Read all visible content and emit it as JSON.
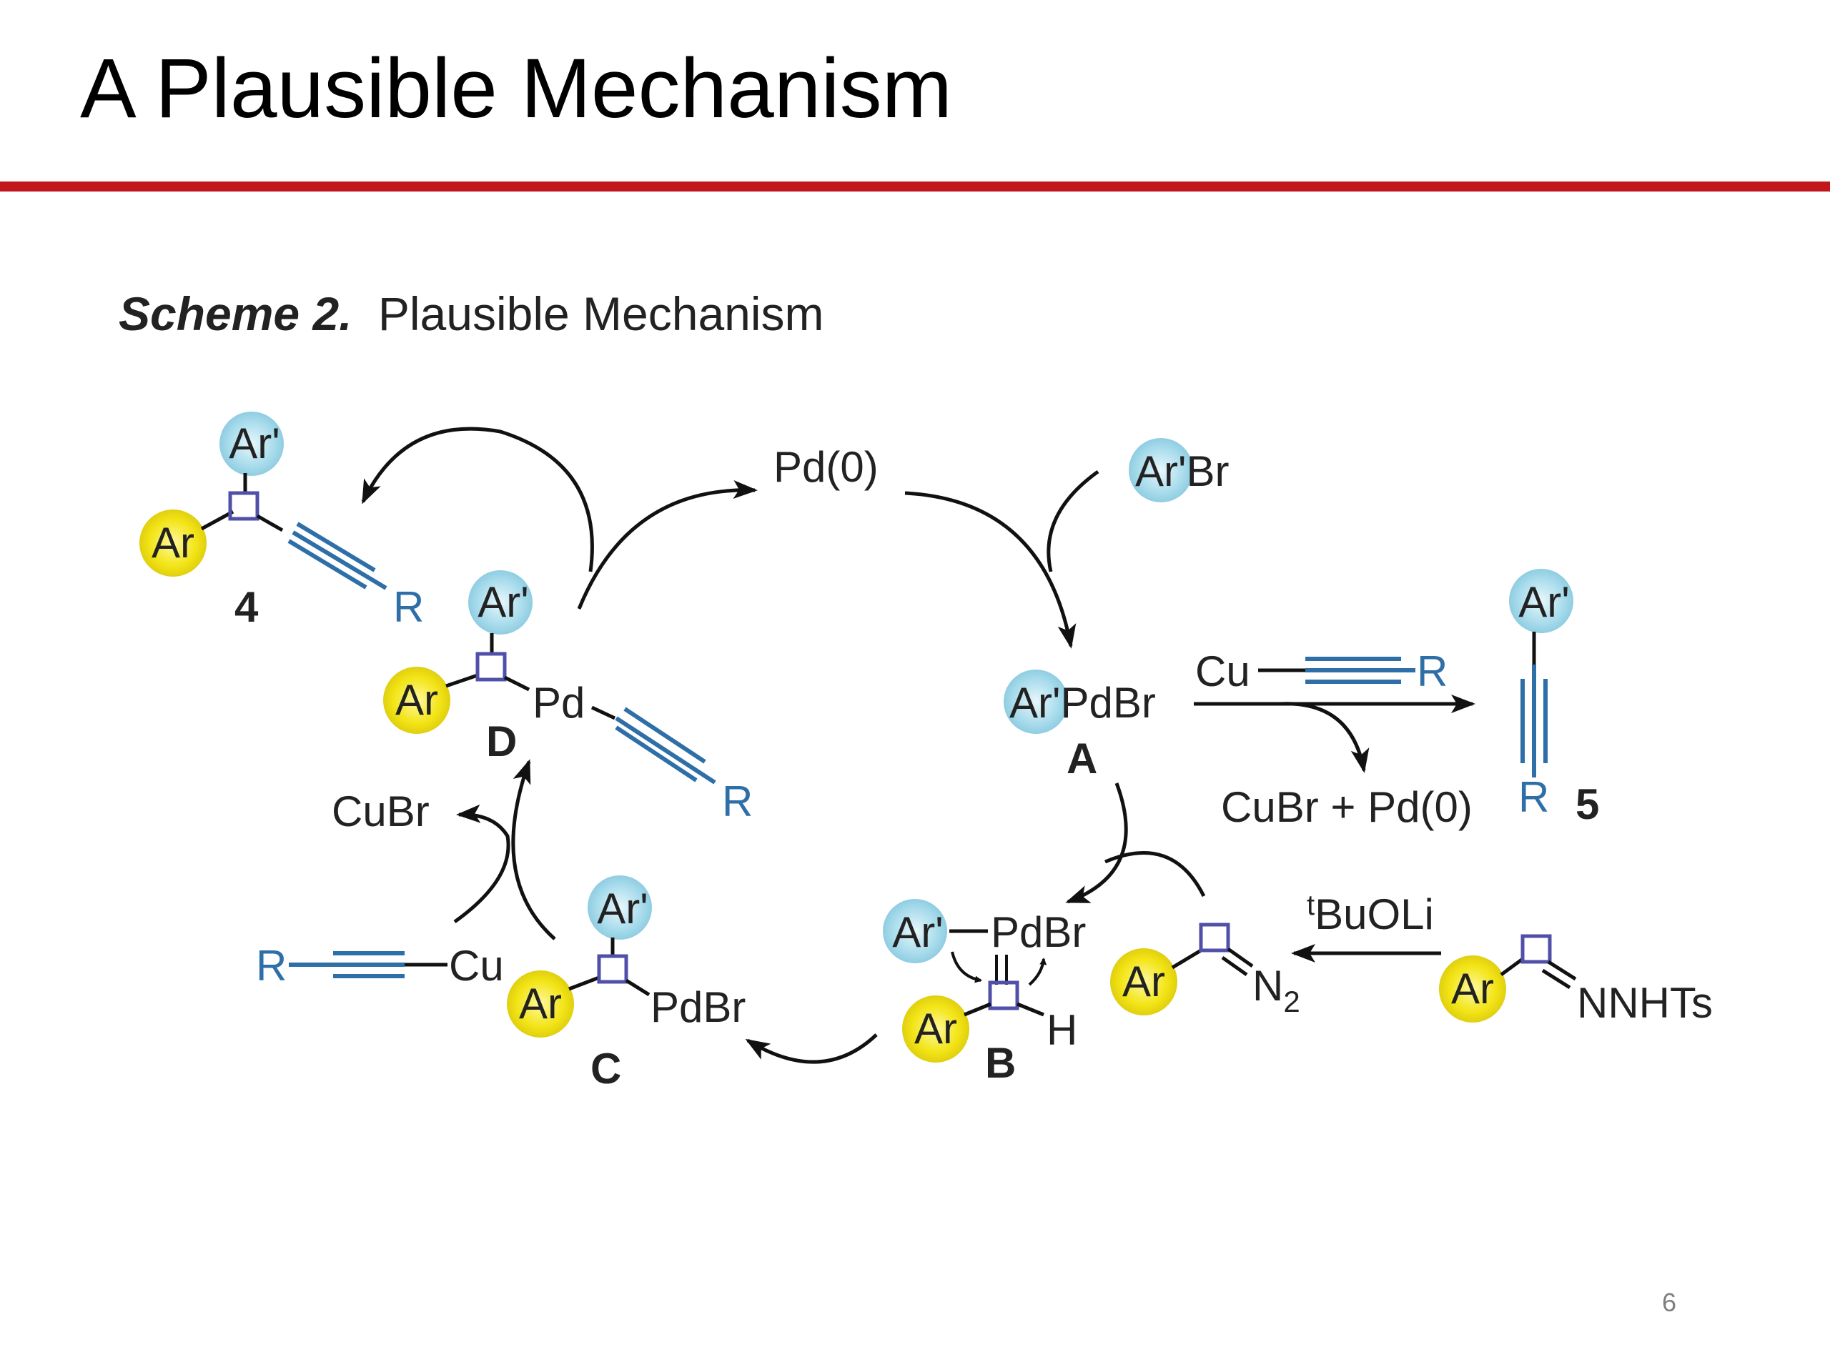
{
  "slide": {
    "title": "A Plausible Mechanism",
    "page_number": "6"
  },
  "scheme": {
    "caption_bold": "Scheme 2.",
    "caption_text": "Plausible Mechanism",
    "labels": {
      "pd0": "Pd(0)",
      "arbr": "Ar'Br",
      "arpdbr": "Ar'PdBr",
      "cu": "Cu",
      "cubr_pd0": "CuBr + Pd(0)",
      "cubr": "CuBr",
      "pd": "Pd",
      "pdbr": "PdBr",
      "pdbr_b": "PdBr",
      "h": "H",
      "n2": "N",
      "n2_sub": "2",
      "nnhts": "NNHTs",
      "base_sup": "t",
      "base": "BuOLi",
      "r": "R",
      "ar": "Ar",
      "ar_prime": "Ar'"
    },
    "compounds": {
      "c4": "4",
      "c5": "5",
      "A": "A",
      "B": "B",
      "C": "C",
      "D": "D"
    },
    "colors": {
      "ar_circle": "#f2e415",
      "ar_prime_circle": "#a9dcec",
      "alkyne": "#2f6fa8",
      "carbene_box": "#5050a8",
      "rule": "#c0161c"
    }
  }
}
